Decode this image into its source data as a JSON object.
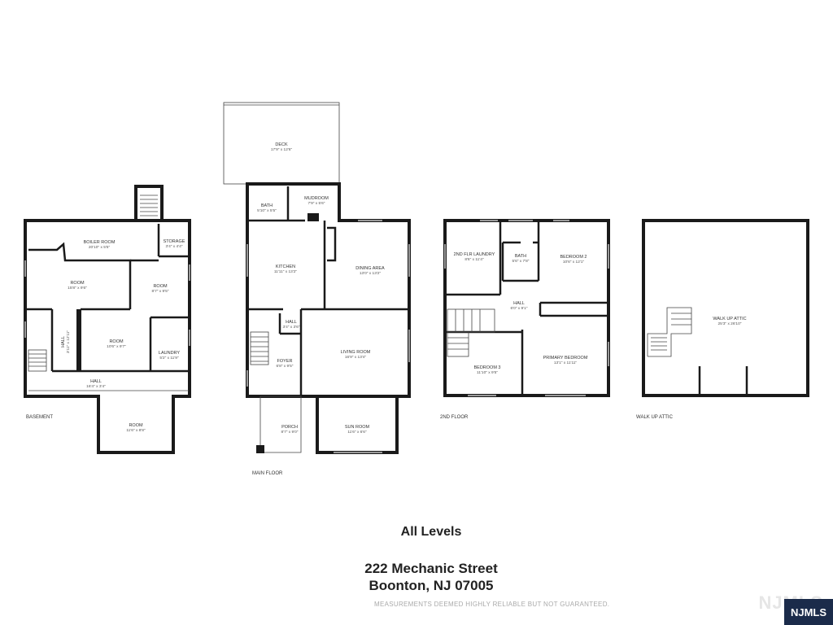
{
  "levels": {
    "basement": {
      "label": "BASEMENT",
      "rooms": [
        {
          "name": "BOILER ROOM",
          "dims": "20'10\" x 5'5\""
        },
        {
          "name": "STORAGE",
          "dims": "3'4\" x 4'4\""
        },
        {
          "name": "ROOM",
          "dims": "15'8\" x 9'6\""
        },
        {
          "name": "ROOM",
          "dims": "8'7\" x 9'5\""
        },
        {
          "name": "HALL",
          "dims": "3'11\" x 12'11\""
        },
        {
          "name": "ROOM",
          "dims": "10'6\" x 9'7\""
        },
        {
          "name": "LAUNDRY",
          "dims": "5'2\" x 11'9\""
        },
        {
          "name": "HALL",
          "dims": "16'4\" x 3'4\""
        },
        {
          "name": "ROOM",
          "dims": "11'6\" x 8'8\""
        }
      ]
    },
    "main": {
      "label": "MAIN FLOOR",
      "rooms": [
        {
          "name": "DECK",
          "dims": "17'9\" x 12'6\""
        },
        {
          "name": "BATH",
          "dims": "5'10\" x 5'5\""
        },
        {
          "name": "MUDROOM",
          "dims": "7'9\" x 5'6\""
        },
        {
          "name": "KITCHEN",
          "dims": "11'11\" x 13'2\""
        },
        {
          "name": "DINING AREA",
          "dims": "13'0\" x 13'2\""
        },
        {
          "name": "HALL",
          "dims": "3'4\" x 3'6\""
        },
        {
          "name": "FOYER",
          "dims": "6'8\" x 9'5\""
        },
        {
          "name": "LIVING ROOM",
          "dims": "16'9\" x 13'4\""
        },
        {
          "name": "PORCH",
          "dims": "8'7\" x 9'0\""
        },
        {
          "name": "SUN ROOM",
          "dims": "11'6\" x 6'6\""
        }
      ]
    },
    "second": {
      "label": "2ND FLOOR",
      "rooms": [
        {
          "name": "2ND FLR LAUNDRY",
          "dims": "8'6\" x 11'4\""
        },
        {
          "name": "BATH",
          "dims": "5'6\" x 7'8\""
        },
        {
          "name": "BEDROOM 2",
          "dims": "10'6\" x 12'1\""
        },
        {
          "name": "HALL",
          "dims": "6'0\" x 9'1\""
        },
        {
          "name": "BEDROOM 3",
          "dims": "11'10\" x 9'5\""
        },
        {
          "name": "PRIMARY BEDROOM",
          "dims": "13'1\" x 11'11\""
        }
      ]
    },
    "attic": {
      "label": "WALK UP ATTIC",
      "rooms": [
        {
          "name": "WALK UP ATTIC",
          "dims": "25'3\" x 26'10\""
        }
      ]
    }
  },
  "heading": "All Levels",
  "address_line1": "222 Mechanic Street",
  "address_line2": "Boonton, NJ 07005",
  "disclaimer": "MEASUREMENTS DEEMED HIGHLY RELIABLE BUT NOT GUARANTEED.",
  "badge": "NJMLS",
  "watermark": "NJMLS"
}
